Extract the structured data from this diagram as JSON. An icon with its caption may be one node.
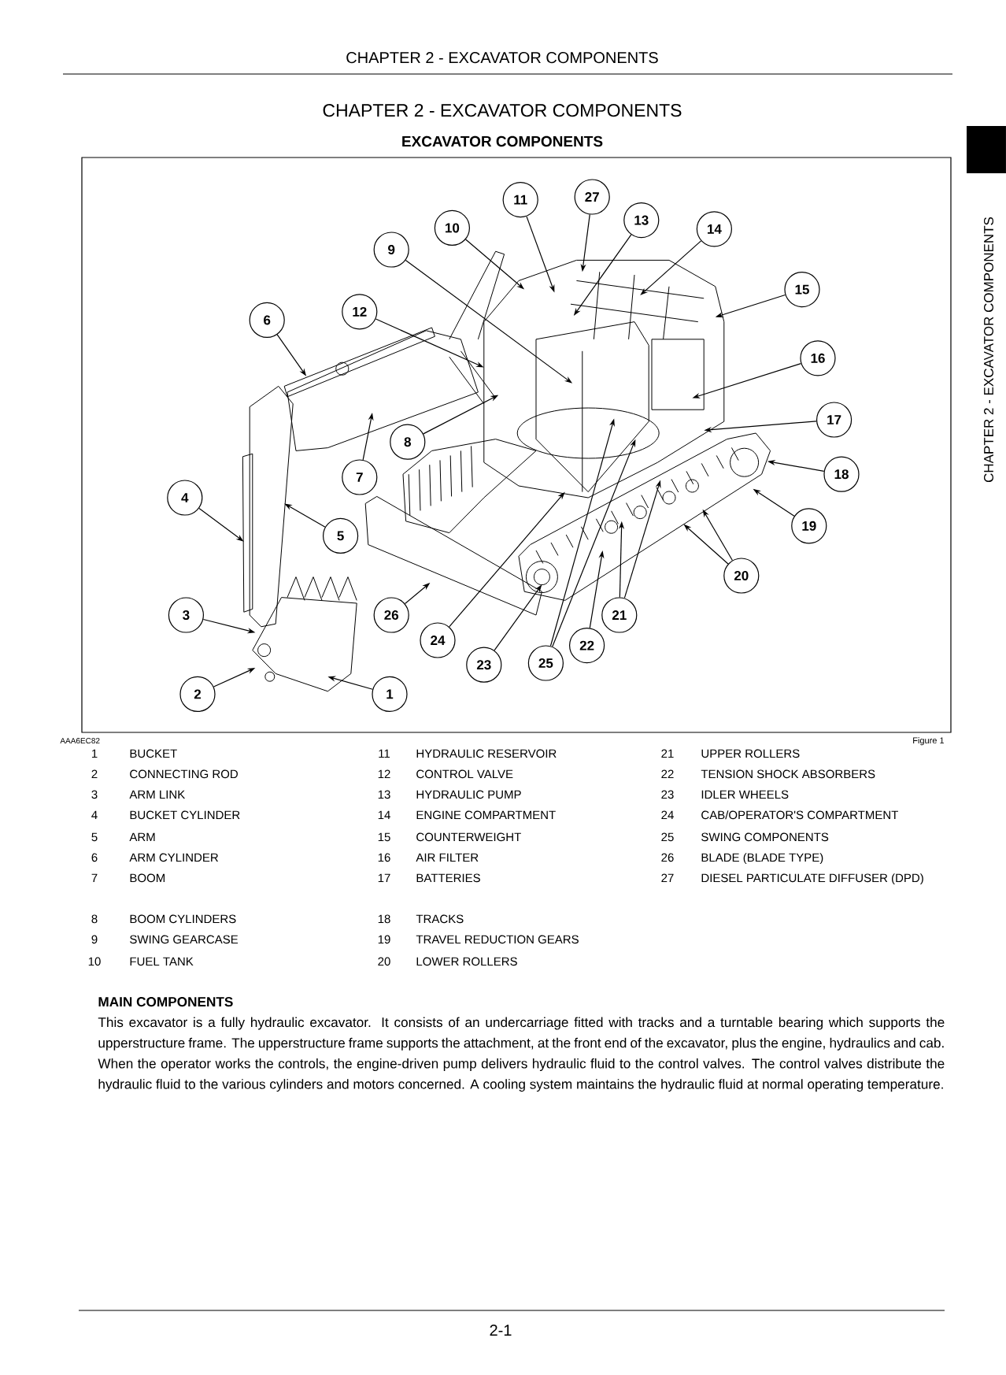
{
  "diagram": {
    "title": "CHAPTER 2 - EXCAVATOR COMPONENTS",
    "nodes": [
      {
        "text": [
          "1"
        ]
      },
      {
        "text": [
          "2"
        ]
      },
      {
        "text": [
          "3"
        ]
      },
      {
        "text": [
          "4"
        ]
      },
      {
        "text": [
          "5"
        ]
      },
      {
        "text": [
          "6"
        ]
      },
      {
        "text": [
          "7"
        ]
      },
      {
        "text": [
          "8"
        ]
      },
      {
        "text": [
          "9"
        ]
      },
      {
        "text": [
          "10"
        ]
      },
      {
        "text": [
          "11"
        ]
      },
      {
        "text": [
          "12"
        ]
      },
      {
        "text": [
          "13"
        ]
      },
      {
        "text": [
          "14"
        ]
      },
      {
        "text": [
          "15"
        ]
      },
      {
        "text": [
          "16"
        ]
      },
      {
        "text": [
          "17"
        ]
      },
      {
        "text": [
          "18"
        ]
      },
      {
        "text": [
          "19"
        ]
      },
      {
        "text": [
          "20"
        ]
      },
      {
        "text": [
          "21"
        ]
      },
      {
        "text": [
          "22"
        ]
      },
      {
        "text": [
          "23"
        ]
      },
      {
        "text": [
          "24"
        ]
      },
      {
        "text": [
          "25"
        ]
      },
      {
        "text": [
          "26"
        ]
      },
      {
        "text": [
          "27"
        ]
      }
    ],
    "edges": [
      {
        "from": 0,
        "to": null,
        "arrow": "to"
      },
      {
        "from": 1,
        "to": null,
        "arrow": "to"
      },
      {
        "from": 2,
        "to": null,
        "arrow": "to"
      },
      {
        "from": 3,
        "to": null,
        "arrow": "to"
      },
      {
        "from": 4,
        "to": null,
        "arrow": "to"
      },
      {
        "from": 5,
        "to": null,
        "arrow": "to"
      },
      {
        "from": 6,
        "to": null,
        "arrow": "to"
      },
      {
        "from": 7,
        "to": null,
        "arrow": "to"
      },
      {
        "from": 8,
        "to": null,
        "arrow": "to"
      },
      {
        "from": 9,
        "to": null,
        "arrow": "to"
      },
      {
        "from": 10,
        "to": null,
        "arrow": "to"
      },
      {
        "from": 11,
        "to": null,
        "arrow": "to"
      },
      {
        "from": 12,
        "to": null,
        "arrow": "to"
      },
      {
        "from": 13,
        "to": null,
        "arrow": "to"
      },
      {
        "from": 14,
        "to": null,
        "arrow": "to"
      },
      {
        "from": 15,
        "to": null,
        "arrow": "to"
      },
      {
        "from": 16,
        "to": null,
        "arrow": "to"
      },
      {
        "from": 17,
        "to": null,
        "arrow": "to"
      },
      {
        "from": 18,
        "to": null,
        "arrow": "to"
      },
      {
        "from": 19,
        "to": null,
        "arrow": "to"
      },
      {
        "from": 19,
        "to": null,
        "arrow": "to"
      },
      {
        "from": 20,
        "to": null,
        "arrow": "to"
      },
      {
        "from": 20,
        "to": null,
        "arrow": "to"
      },
      {
        "from": 21,
        "to": null,
        "arrow": "to"
      },
      {
        "from": 22,
        "to": null,
        "arrow": "to"
      },
      {
        "from": 23,
        "to": null,
        "arrow": "to"
      },
      {
        "from": 24,
        "to": null,
        "arrow": "to"
      },
      {
        "from": 24,
        "to": null,
        "arrow": "to"
      },
      {
        "from": 25,
        "to": null,
        "arrow": "to"
      },
      {
        "from": 26,
        "to": null,
        "arrow": "to"
      }
    ],
    "labels": [
      "CHAPTER 2 - EXCAVATOR COMPONENTS",
      "EXCAVATOR COMPONENTS",
      "CHAPTER 2 - EXCAVATOR COMPONENTS",
      "AAA6EC82",
      "Figure 1",
      "1",
      "BUCKET",
      "11",
      "HYDRAULIC RESERVOIR",
      "21",
      "UPPER ROLLERS",
      "2",
      "CONNECTING ROD",
      "12",
      "CONTROL VALVE",
      "22",
      "TENSION SHOCK ABSORBERS",
      "3",
      "ARM LINK",
      "13",
      "HYDRAULIC PUMP",
      "23",
      "IDLER WHEELS",
      "4",
      "BUCKET CYLINDER",
      "14",
      "ENGINE COMPARTMENT",
      "24",
      "CAB/OPERATOR'S COMPARTMENT",
      "5",
      "ARM",
      "15",
      "COUNTERWEIGHT",
      "25",
      "SWING COMPONENTS",
      "6",
      "ARM CYLINDER",
      "16",
      "AIR FILTER",
      "26",
      "BLADE (BLADE TYPE)",
      "7",
      "BOOM",
      "17",
      "BATTERIES",
      "27",
      "DIESEL PARTICULATE DIFFUSER (DPD)",
      "8",
      "BOOM CYLINDERS",
      "18",
      "TRACKS",
      "9",
      "SWING GEARCASE",
      "19",
      "TRAVEL REDUCTION GEARS",
      "10",
      "FUEL TANK",
      "20",
      "LOWER ROLLERS",
      "MAIN COMPONENTS",
      "This excavator is a fully hydraulic excavator. It consists of an undercarriage fitted with tracks and a turntable bearing which supports the upperstructure frame. The upperstructure frame supports the attachment, at the front end of the excavator, plus the engine, hydraulics and cab. When the operator works the controls, the engine-driven pump delivers hydraulic fluid to the control valves. The control valves distribute the hydraulic fluid to the various cylinders and motors concerned. A cooling system maintains the hydraulic fluid at normal operating temperature.",
      "2-1"
    ]
  }
}
